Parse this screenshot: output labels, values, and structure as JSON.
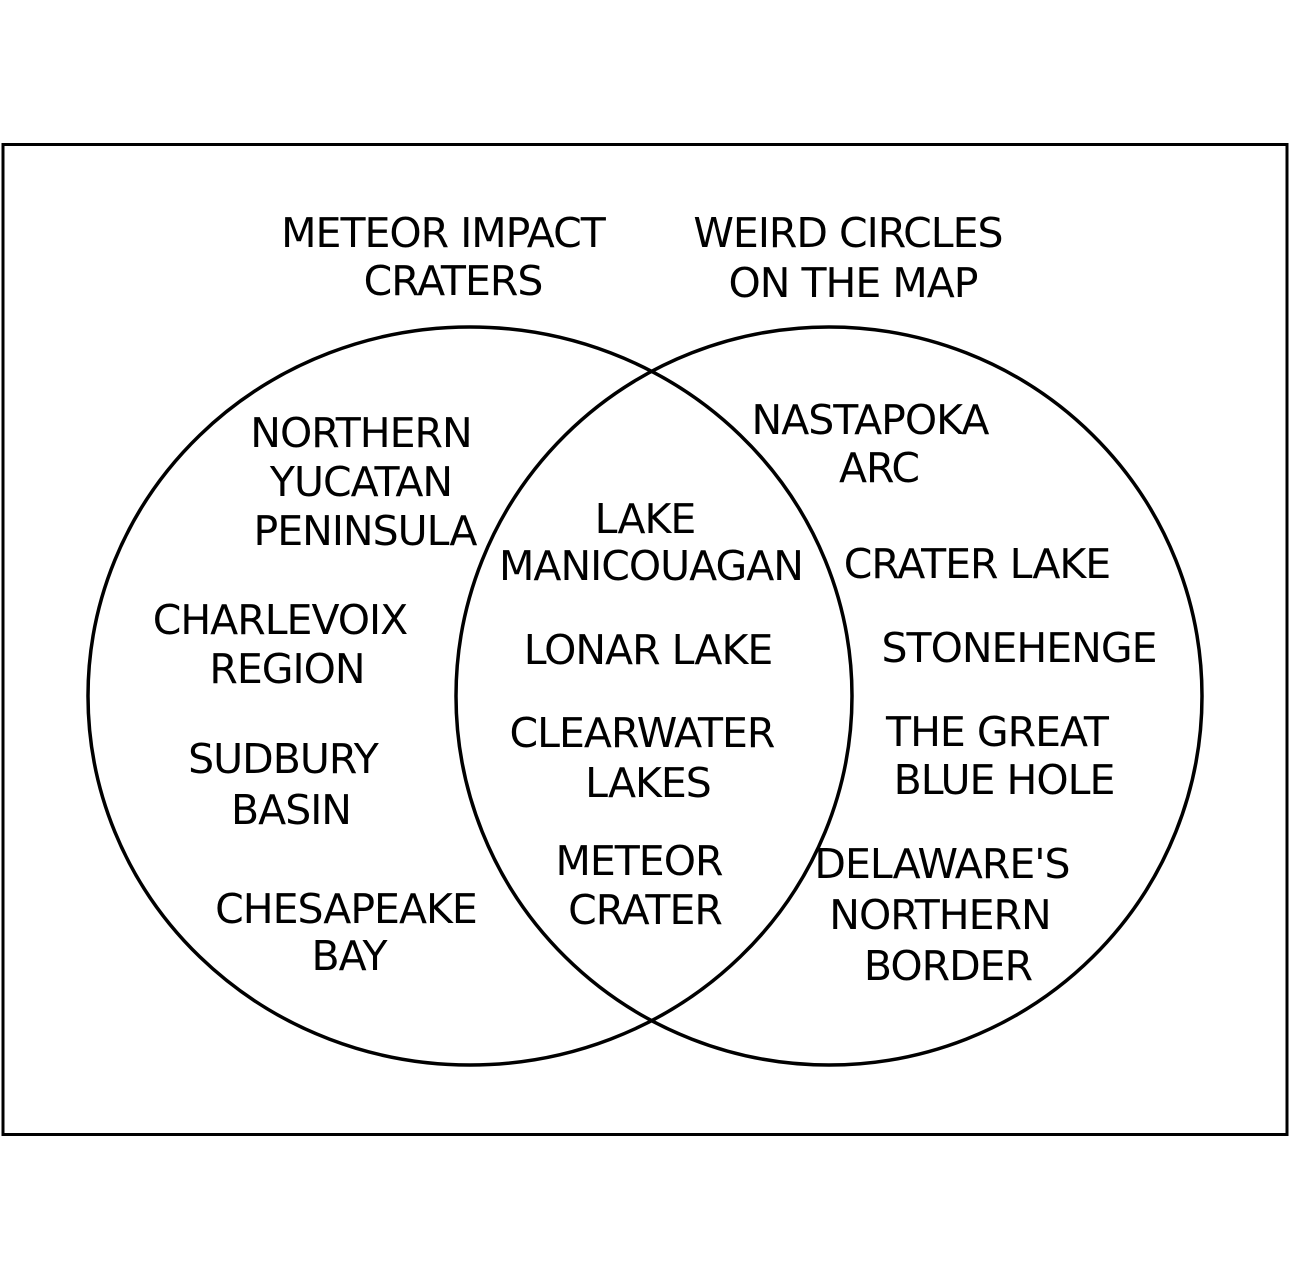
{
  "sets": {
    "left": {
      "title": [
        "METEOR IMPACT",
        "CRATERS"
      ],
      "items": [
        [
          "NORTHERN",
          "YUCATAN",
          "PENINSULA"
        ],
        [
          "CHARLEVOIX",
          "REGION"
        ],
        [
          "SUDBURY",
          "BASIN"
        ],
        [
          "CHESAPEAKE",
          "BAY"
        ]
      ]
    },
    "right": {
      "title": [
        "WEIRD CIRCLES",
        "ON THE MAP"
      ],
      "items": [
        [
          "NASTAPOKA",
          "ARC"
        ],
        [
          "CRATER LAKE"
        ],
        [
          "STONEHENGE"
        ],
        [
          "THE GREAT",
          "BLUE HOLE"
        ],
        [
          "DELAWARE'S",
          "NORTHERN",
          "BORDER"
        ]
      ]
    },
    "both": {
      "items": [
        [
          "LAKE",
          "MANICOUAGAN"
        ],
        [
          "LONAR LAKE"
        ],
        [
          "CLEARWATER",
          "LAKES"
        ],
        [
          "METEOR",
          "CRATER"
        ]
      ]
    }
  },
  "colors": {
    "ink": "#000000",
    "background": "#ffffff"
  }
}
